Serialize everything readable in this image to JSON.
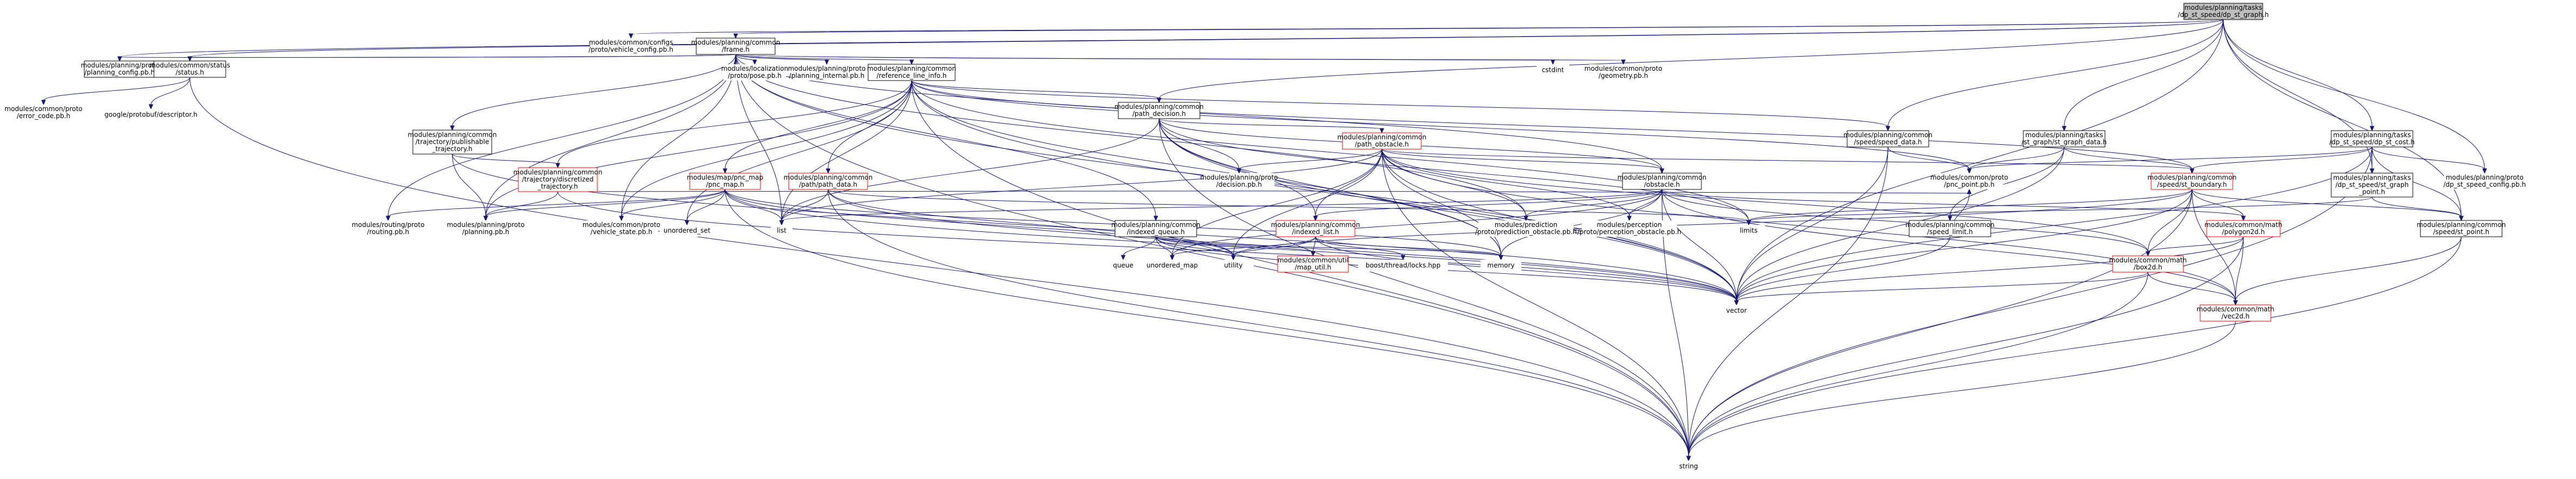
{
  "graph": {
    "colors": {
      "root_fill": "#bfbfbf",
      "normal_border": "#000000",
      "red_border": "#ff0000",
      "edge": "#191970",
      "node_fill": "#ffffff"
    },
    "nodes": [
      {
        "id": "root",
        "lines": [
          "modules/planning/tasks",
          "/dp_st_speed/dp_st_graph.h"
        ],
        "style": "root"
      },
      {
        "id": "vehicle_config",
        "lines": [
          "modules/common/configs",
          "/proto/vehicle_config.pb.h"
        ],
        "style": "plain"
      },
      {
        "id": "frame",
        "lines": [
          "modules/planning/common",
          "/frame.h"
        ],
        "style": "normal"
      },
      {
        "id": "planning_config",
        "lines": [
          "modules/planning/proto",
          "/planning_config.pb.h"
        ],
        "style": "normal"
      },
      {
        "id": "status",
        "lines": [
          "modules/common/status",
          "/status.h"
        ],
        "style": "normal"
      },
      {
        "id": "pose",
        "lines": [
          "modules/localization",
          "/proto/pose.pb.h"
        ],
        "style": "plain"
      },
      {
        "id": "planning_internal",
        "lines": [
          "modules/planning/proto",
          "/planning_internal.pb.h"
        ],
        "style": "plain"
      },
      {
        "id": "reference_line_info",
        "lines": [
          "modules/planning/common",
          "/reference_line_info.h"
        ],
        "style": "normal"
      },
      {
        "id": "cstdint",
        "lines": [
          "cstdint"
        ],
        "style": "plain"
      },
      {
        "id": "geometry",
        "lines": [
          "modules/common/proto",
          "/geometry.pb.h"
        ],
        "style": "plain"
      },
      {
        "id": "error_code",
        "lines": [
          "modules/common/proto",
          "/error_code.pb.h"
        ],
        "style": "plain"
      },
      {
        "id": "descriptor",
        "lines": [
          "google/protobuf/descriptor.h"
        ],
        "style": "plain"
      },
      {
        "id": "path_decision",
        "lines": [
          "modules/planning/common",
          "/path_decision.h"
        ],
        "style": "normal"
      },
      {
        "id": "speed_data",
        "lines": [
          "modules/planning/common",
          "/speed/speed_data.h"
        ],
        "style": "normal"
      },
      {
        "id": "st_graph_data",
        "lines": [
          "modules/planning/tasks",
          "/st_graph/st_graph_data.h"
        ],
        "style": "normal"
      },
      {
        "id": "dp_st_cost",
        "lines": [
          "modules/planning/tasks",
          "/dp_st_speed/dp_st_cost.h"
        ],
        "style": "normal"
      },
      {
        "id": "publishable_trajectory",
        "lines": [
          "modules/planning/common",
          "/trajectory/publishable",
          "_trajectory.h"
        ],
        "style": "normal"
      },
      {
        "id": "path_obstacle",
        "lines": [
          "modules/planning/common",
          "/path_obstacle.h"
        ],
        "style": "red"
      },
      {
        "id": "discretized_trajectory",
        "lines": [
          "modules/planning/common",
          "/trajectory/discretized",
          "_trajectory.h"
        ],
        "style": "red"
      },
      {
        "id": "pnc_map",
        "lines": [
          "modules/map/pnc_map",
          "/pnc_map.h"
        ],
        "style": "red"
      },
      {
        "id": "path_data",
        "lines": [
          "modules/planning/common",
          "/path/path_data.h"
        ],
        "style": "red"
      },
      {
        "id": "decision_pb",
        "lines": [
          "modules/planning/proto",
          "/decision.pb.h"
        ],
        "style": "plain"
      },
      {
        "id": "obstacle",
        "lines": [
          "modules/planning/common",
          "/obstacle.h"
        ],
        "style": "normal"
      },
      {
        "id": "pnc_point",
        "lines": [
          "modules/common/proto",
          "/pnc_point.pb.h"
        ],
        "style": "plain"
      },
      {
        "id": "st_boundary",
        "lines": [
          "modules/planning/common",
          "/speed/st_boundary.h"
        ],
        "style": "red"
      },
      {
        "id": "dp_st_graph_point",
        "lines": [
          "modules/planning/tasks",
          "/dp_st_speed/st_graph",
          "_point.h"
        ],
        "style": "normal"
      },
      {
        "id": "dp_st_speed_config",
        "lines": [
          "modules/planning/proto",
          "/dp_st_speed_config.pb.h"
        ],
        "style": "plain"
      },
      {
        "id": "routing_pb",
        "lines": [
          "modules/routing/proto",
          "/routing.pb.h"
        ],
        "style": "plain"
      },
      {
        "id": "planning_pb",
        "lines": [
          "modules/planning/proto",
          "/planning.pb.h"
        ],
        "style": "plain"
      },
      {
        "id": "vehicle_state",
        "lines": [
          "modules/common/proto",
          "/vehicle_state.pb.h"
        ],
        "style": "plain"
      },
      {
        "id": "unordered_set",
        "lines": [
          "unordered_set"
        ],
        "style": "plain"
      },
      {
        "id": "list",
        "lines": [
          "list"
        ],
        "style": "plain"
      },
      {
        "id": "indexed_queue",
        "lines": [
          "modules/planning/common",
          "/indexed_queue.h"
        ],
        "style": "normal"
      },
      {
        "id": "indexed_list",
        "lines": [
          "modules/planning/common",
          "/indexed_list.h"
        ],
        "style": "red"
      },
      {
        "id": "prediction_obstacle",
        "lines": [
          "modules/prediction",
          "/proto/prediction_obstacle.pb.h"
        ],
        "style": "plain"
      },
      {
        "id": "perception_obstacle",
        "lines": [
          "modules/perception",
          "/proto/perception_obstacle.pb.h"
        ],
        "style": "plain"
      },
      {
        "id": "limits",
        "lines": [
          "limits"
        ],
        "style": "plain"
      },
      {
        "id": "speed_limit",
        "lines": [
          "modules/planning/common",
          "/speed_limit.h"
        ],
        "style": "normal"
      },
      {
        "id": "polygon2d",
        "lines": [
          "modules/common/math",
          "/polygon2d.h"
        ],
        "style": "red"
      },
      {
        "id": "speed_point",
        "lines": [
          "modules/planning/common",
          "/speed/st_point.h"
        ],
        "style": "normal"
      },
      {
        "id": "queue",
        "lines": [
          "queue"
        ],
        "style": "plain"
      },
      {
        "id": "unordered_map",
        "lines": [
          "unordered_map"
        ],
        "style": "plain"
      },
      {
        "id": "utility",
        "lines": [
          "utility"
        ],
        "style": "plain"
      },
      {
        "id": "map_util",
        "lines": [
          "modules/common/util",
          "/map_util.h"
        ],
        "style": "red"
      },
      {
        "id": "boost_locks",
        "lines": [
          "boost/thread/locks.hpp"
        ],
        "style": "plain"
      },
      {
        "id": "memory",
        "lines": [
          "memory"
        ],
        "style": "plain"
      },
      {
        "id": "box2d",
        "lines": [
          "modules/common/math",
          "/box2d.h"
        ],
        "style": "red"
      },
      {
        "id": "vector",
        "lines": [
          "vector"
        ],
        "style": "plain"
      },
      {
        "id": "vec2d",
        "lines": [
          "modules/common/math",
          "/vec2d.h"
        ],
        "style": "red"
      },
      {
        "id": "string",
        "lines": [
          "string"
        ],
        "style": "plain"
      }
    ]
  }
}
